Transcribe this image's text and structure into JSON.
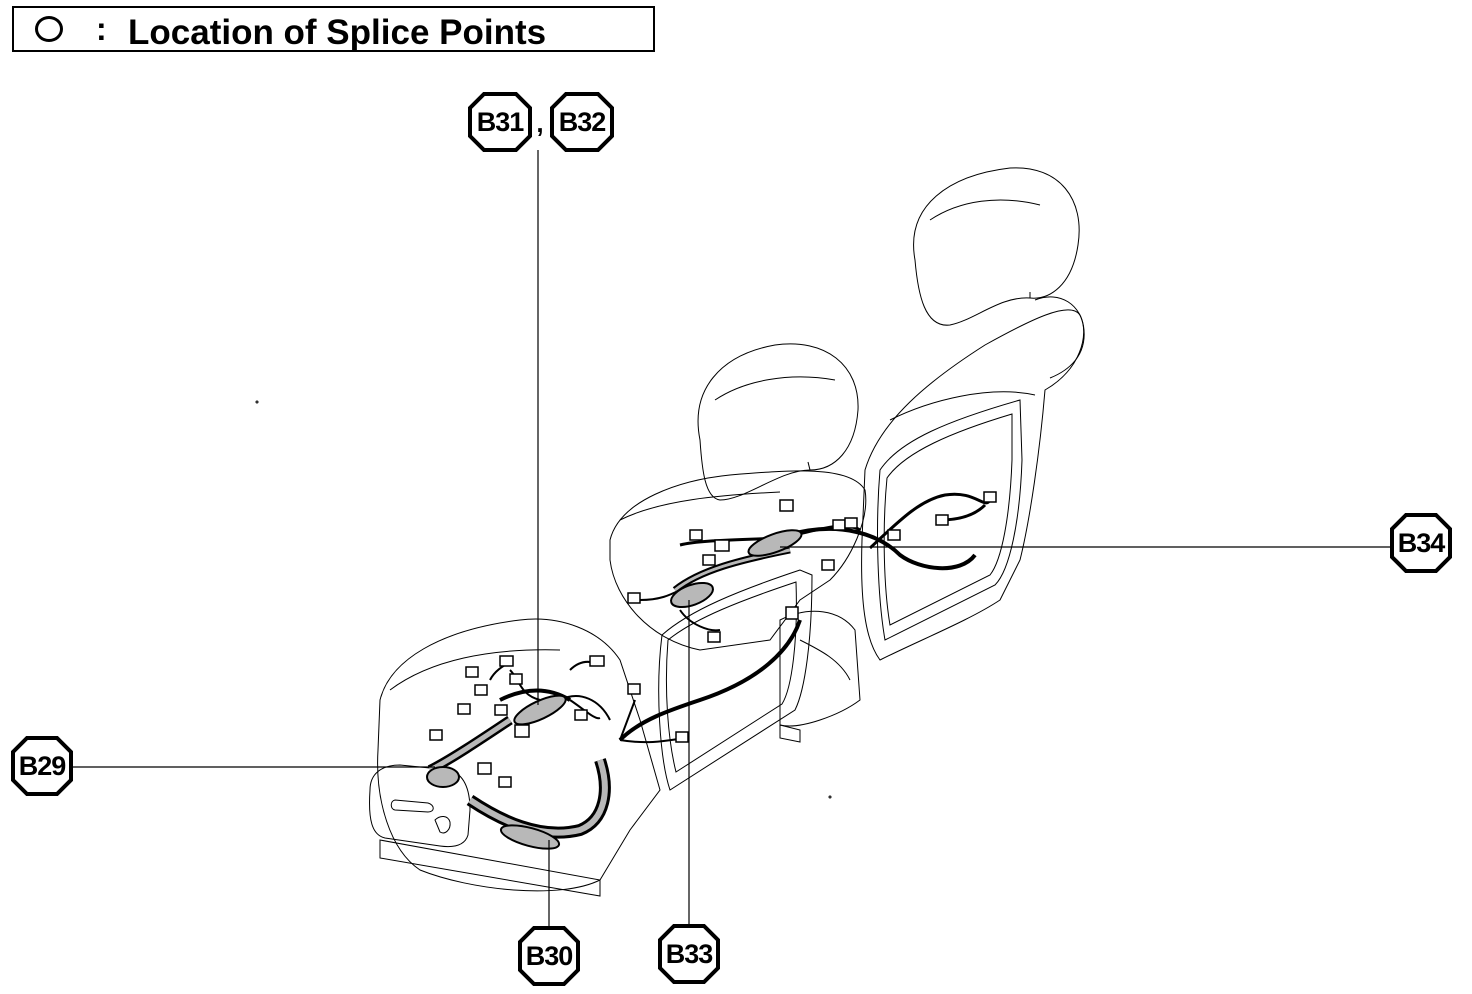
{
  "legend": {
    "symbol": "circle-icon",
    "separator": ":",
    "text": "Location of Splice Points"
  },
  "splice_labels": {
    "b31": "B31",
    "comma": ",",
    "b32": "B32",
    "b34": "B34",
    "b29": "B29",
    "b30": "B30",
    "b33": "B33"
  },
  "colors": {
    "ink": "#000000",
    "paper": "#ffffff",
    "splice_fill": "#b8b8b8"
  }
}
